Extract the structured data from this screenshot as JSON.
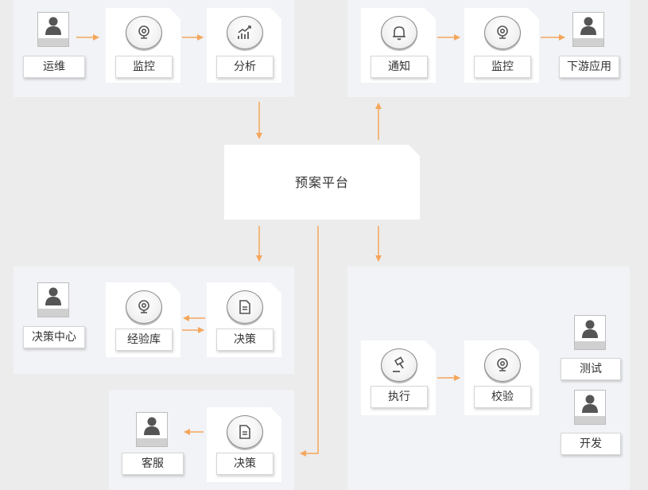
{
  "center": {
    "label": "预案平台"
  },
  "top_left": {
    "person": "运维",
    "monitor": "监控",
    "analysis": "分析"
  },
  "top_right": {
    "notify": "通知",
    "monitor": "监控",
    "downstream": "下游应用"
  },
  "mid_left": {
    "person": "决策中心",
    "experience": "经验库",
    "decision": "决策"
  },
  "bottom_left": {
    "person": "客服",
    "decision": "决策"
  },
  "bottom_right": {
    "execute": "执行",
    "verify": "校验",
    "person_test": "测试",
    "person_dev": "开发"
  },
  "colors": {
    "arrow": "#f5a65b",
    "panel": "#f1f3f6",
    "background": "#ececec"
  }
}
